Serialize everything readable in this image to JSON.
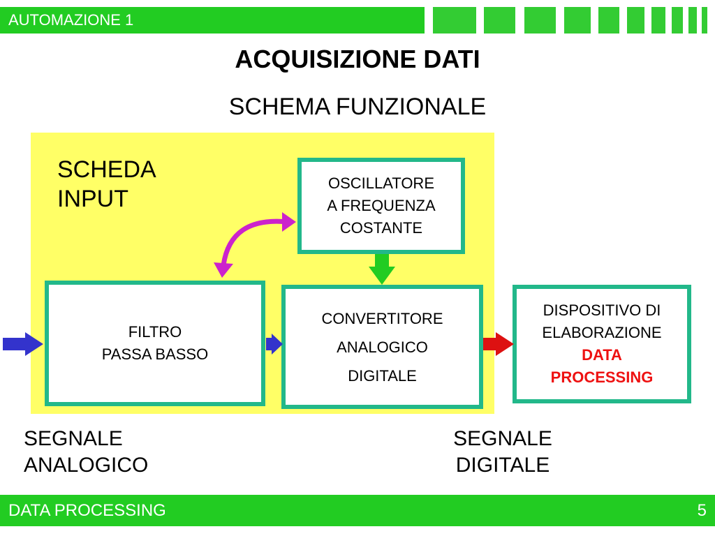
{
  "header": {
    "course": "AUTOMAZIONE 1"
  },
  "title": "ACQUISIZIONE DATI",
  "subtitle": "SCHEMA FUNZIONALE",
  "panel": {
    "label_line1": "SCHEDA",
    "label_line2": "INPUT"
  },
  "blocks": {
    "oscillator": [
      "OSCILLATORE",
      "A FREQUENZA",
      "COSTANTE"
    ],
    "filter": [
      "FILTRO",
      "PASSA BASSO"
    ],
    "converter": [
      "CONVERTITORE",
      "ANALOGICO",
      "DIGITALE"
    ],
    "processor": [
      "DISPOSITIVO DI",
      "ELABORAZIONE",
      "DATA",
      "PROCESSING"
    ]
  },
  "signals": {
    "analog": [
      "SEGNALE",
      "ANALOGICO"
    ],
    "digital": [
      "SEGNALE",
      "DIGITALE"
    ]
  },
  "footer": {
    "title": "DATA PROCESSING",
    "page": "5"
  },
  "colors": {
    "accent_green": "#22cc22",
    "panel_yellow": "#ffff66",
    "box_border": "#22b88a",
    "arrow_blue": "#3333cc",
    "arrow_red": "#dd1111",
    "arrow_green": "#22cc22",
    "arrow_purple": "#cc22cc",
    "highlight_red": "#ee1111"
  }
}
